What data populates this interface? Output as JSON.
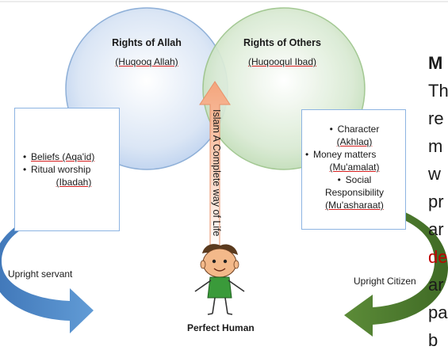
{
  "left_circle": {
    "title": "Rights of Allah",
    "subtitle": "(Huqooq Allah)"
  },
  "right_circle": {
    "title": "Rights of Others",
    "subtitle": "(Huqooqul Ibad)"
  },
  "left_box": {
    "items": [
      {
        "line1": "Beliefs (Aqa'id)"
      },
      {
        "line1": "Ritual worship",
        "line2": "(Ibadah)"
      }
    ]
  },
  "right_box": {
    "items": [
      {
        "line1": "Character",
        "line2": "(Akhlaq)"
      },
      {
        "line1": "Money matters",
        "line2": "(Mu'amalat)"
      },
      {
        "line1": "Social",
        "line2": "Responsibility",
        "line3": "(Mu'asharaat)"
      }
    ]
  },
  "center_arrow_text": "Islam A Complete way of Life",
  "left_arrow_label": "Upright servant",
  "right_arrow_label": "Upright Citizen",
  "figure_caption": "Perfect Human",
  "side_text": {
    "heading": "M",
    "fragments": [
      "Th",
      "re",
      "m",
      "w",
      "pr",
      "ar",
      "de",
      "ar",
      "pa",
      "b"
    ]
  },
  "colors": {
    "left_circle_fill": "#dbe6f5",
    "right_circle_fill": "#d9ead3",
    "center_arrow": "#f4b183",
    "left_arrow": "#4f86c6",
    "right_arrow": "#548235",
    "underline": "#d62020"
  }
}
